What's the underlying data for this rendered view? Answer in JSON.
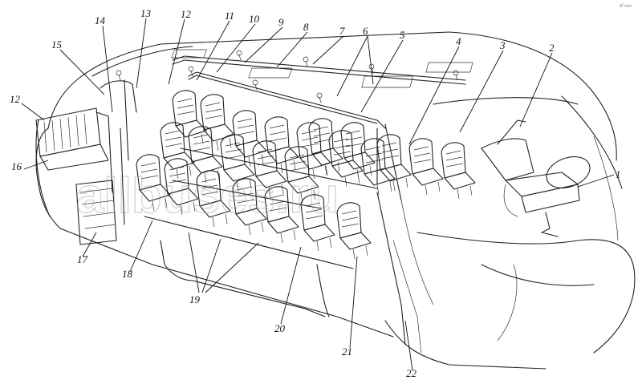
{
  "corner_mark": "з² ∞∞",
  "watermark": "allbuses.ru",
  "callouts": [
    {
      "id": "1",
      "text": "1"
    },
    {
      "id": "2",
      "text": "2"
    },
    {
      "id": "3",
      "text": "3"
    },
    {
      "id": "4",
      "text": "4"
    },
    {
      "id": "5",
      "text": "5"
    },
    {
      "id": "6",
      "text": "6"
    },
    {
      "id": "7",
      "text": "7"
    },
    {
      "id": "8",
      "text": "8"
    },
    {
      "id": "9",
      "text": "9"
    },
    {
      "id": "10",
      "text": "10"
    },
    {
      "id": "11",
      "text": "11"
    },
    {
      "id": "12a",
      "text": "12"
    },
    {
      "id": "13",
      "text": "13"
    },
    {
      "id": "14",
      "text": "14"
    },
    {
      "id": "15",
      "text": "15"
    },
    {
      "id": "12b",
      "text": "12"
    },
    {
      "id": "16",
      "text": "16"
    },
    {
      "id": "17",
      "text": "17"
    },
    {
      "id": "18",
      "text": "18"
    },
    {
      "id": "19",
      "text": "19"
    },
    {
      "id": "20",
      "text": "20"
    },
    {
      "id": "21",
      "text": "21"
    },
    {
      "id": "22",
      "text": "22"
    }
  ]
}
